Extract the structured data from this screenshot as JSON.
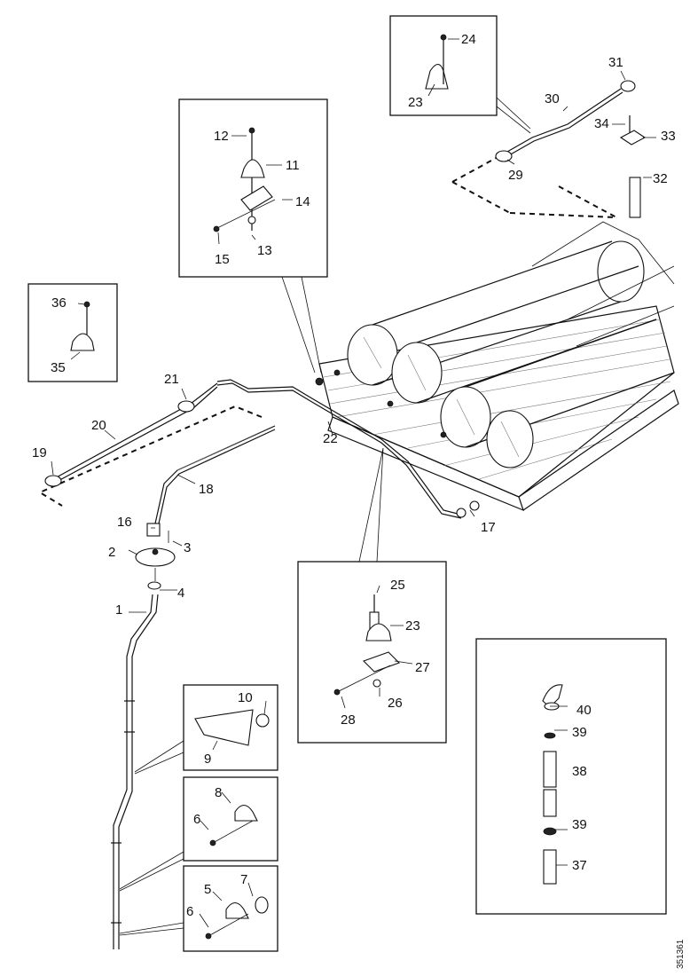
{
  "labels": [
    {
      "id": "1",
      "text": "1"
    },
    {
      "id": "2",
      "text": "2"
    },
    {
      "id": "3",
      "text": "3"
    },
    {
      "id": "4",
      "text": "4"
    },
    {
      "id": "5",
      "text": "5"
    },
    {
      "id": "6a",
      "text": "6"
    },
    {
      "id": "6b",
      "text": "6"
    },
    {
      "id": "7",
      "text": "7"
    },
    {
      "id": "8",
      "text": "8"
    },
    {
      "id": "9",
      "text": "9"
    },
    {
      "id": "10",
      "text": "10"
    },
    {
      "id": "11",
      "text": "11"
    },
    {
      "id": "12",
      "text": "12"
    },
    {
      "id": "13",
      "text": "13"
    },
    {
      "id": "14",
      "text": "14"
    },
    {
      "id": "15",
      "text": "15"
    },
    {
      "id": "16",
      "text": "16"
    },
    {
      "id": "17",
      "text": "17"
    },
    {
      "id": "18",
      "text": "18"
    },
    {
      "id": "19",
      "text": "19"
    },
    {
      "id": "20",
      "text": "20"
    },
    {
      "id": "21",
      "text": "21"
    },
    {
      "id": "22",
      "text": "22"
    },
    {
      "id": "23a",
      "text": "23"
    },
    {
      "id": "23b",
      "text": "23"
    },
    {
      "id": "24",
      "text": "24"
    },
    {
      "id": "25",
      "text": "25"
    },
    {
      "id": "26",
      "text": "26"
    },
    {
      "id": "27",
      "text": "27"
    },
    {
      "id": "28",
      "text": "28"
    },
    {
      "id": "29",
      "text": "29"
    },
    {
      "id": "30",
      "text": "30"
    },
    {
      "id": "31",
      "text": "31"
    },
    {
      "id": "32",
      "text": "32"
    },
    {
      "id": "33",
      "text": "33"
    },
    {
      "id": "34",
      "text": "34"
    },
    {
      "id": "35",
      "text": "35"
    },
    {
      "id": "36",
      "text": "36"
    },
    {
      "id": "37",
      "text": "37"
    },
    {
      "id": "38",
      "text": "38"
    },
    {
      "id": "39a",
      "text": "39"
    },
    {
      "id": "39b",
      "text": "39"
    },
    {
      "id": "40",
      "text": "40"
    }
  ],
  "drawing_number": "351361"
}
